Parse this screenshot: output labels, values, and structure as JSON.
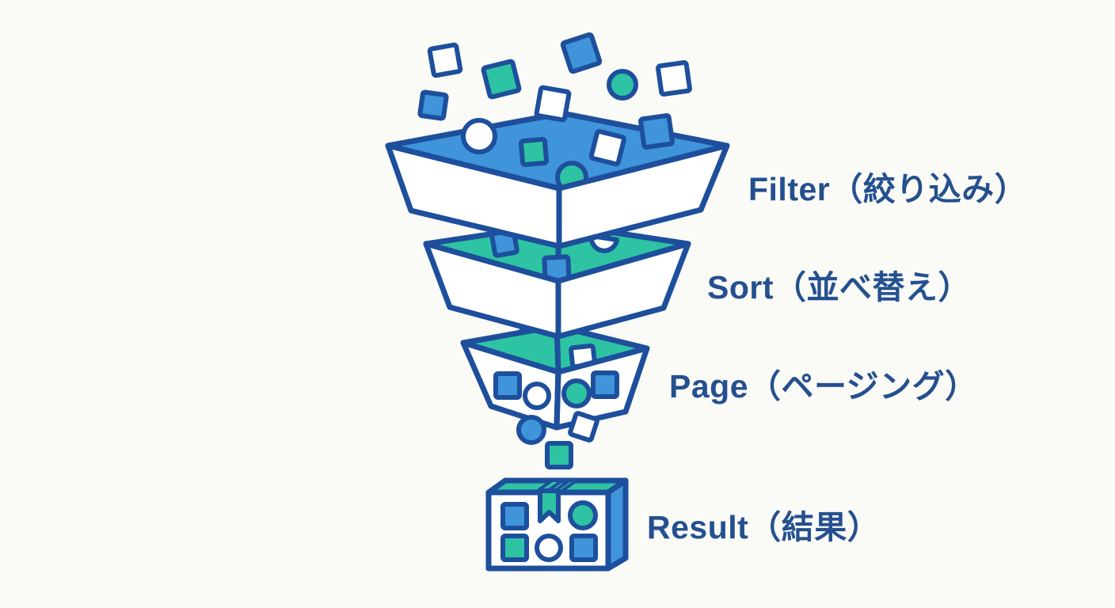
{
  "diagram": {
    "type": "funnel",
    "stages": [
      {
        "id": "filter",
        "label": "Filter（絞り込み）"
      },
      {
        "id": "sort",
        "label": "Sort（並べ替え）"
      },
      {
        "id": "page",
        "label": "Page（ページング）"
      },
      {
        "id": "result",
        "label": "Result（結果）"
      }
    ],
    "colors": {
      "blue": "#3f94da",
      "teal": "#2ec3a2",
      "outline": "#1d4f9c",
      "label_text": "#24508f",
      "background": "#fafaf6",
      "white": "#ffffff"
    }
  }
}
